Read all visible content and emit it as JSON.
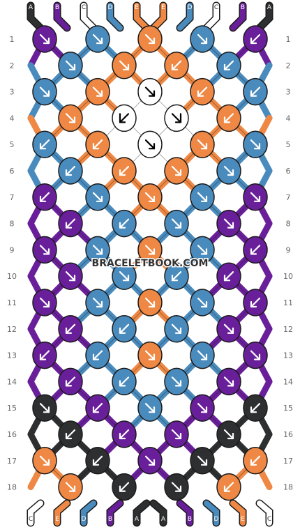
{
  "watermark": "BRACELETBOOK.COM",
  "row_numbers": [
    "1",
    "2",
    "3",
    "4",
    "5",
    "6",
    "7",
    "8",
    "9",
    "10",
    "11",
    "12",
    "13",
    "14",
    "15",
    "16",
    "17",
    "18"
  ],
  "top_strings": [
    "A",
    "B",
    "C",
    "D",
    "E",
    "E",
    "D",
    "C",
    "B",
    "A"
  ],
  "bottom_strings": [
    "C",
    "E",
    "D",
    "B",
    "A",
    "A",
    "B",
    "D",
    "E",
    "C"
  ],
  "colors": {
    "A": "#2e2f30",
    "B": "#6a1f9a",
    "C": "#ffffff",
    "D": "#4a8bbd",
    "E": "#ee8844",
    "outline": "#1a1a1a",
    "row_number_text": "#666666",
    "watermark_text": "#333333"
  },
  "knot_rows": [
    [
      "B:f",
      "D:f",
      "E:f",
      "D:f",
      "B:b"
    ],
    [
      "D:f",
      "E:f",
      "E:b",
      "D:b"
    ],
    [
      "D:f",
      "E:f",
      "C:f",
      "E:b",
      "D:b"
    ],
    [
      "E:f",
      "C:bf",
      "C:fb",
      "E:b"
    ],
    [
      "D:b",
      "E:b",
      "C:f",
      "E:f",
      "D:f"
    ],
    [
      "D:b",
      "E:b",
      "E:f",
      "D:f"
    ],
    [
      "B:b",
      "D:f",
      "E:f",
      "D:f",
      "B:f"
    ],
    [
      "B:b",
      "D:b",
      "D:f",
      "B:f"
    ],
    [
      "B:f",
      "D:f",
      "E:f",
      "D:f",
      "B:b"
    ],
    [
      "B:f",
      "D:f",
      "D:b",
      "B:b"
    ],
    [
      "B:f",
      "D:f",
      "E:f",
      "D:f",
      "B:b"
    ],
    [
      "B:b",
      "D:b",
      "D:f",
      "B:f"
    ],
    [
      "B:b",
      "D:b",
      "E:f",
      "D:f",
      "B:f"
    ],
    [
      "B:b",
      "D:b",
      "D:f",
      "B:f"
    ],
    [
      "A:f",
      "B:b",
      "D:f",
      "B:f",
      "A:b"
    ],
    [
      "A:b",
      "B:b",
      "B:f",
      "A:f"
    ],
    [
      "E:f",
      "A:b",
      "B:f",
      "A:f",
      "E:b"
    ],
    [
      "E:f",
      "A:b",
      "A:f",
      "E:b"
    ]
  ]
}
